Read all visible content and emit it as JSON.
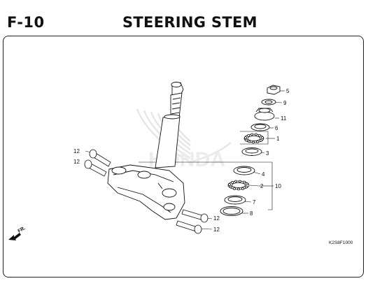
{
  "header": {
    "section_code": "F-10",
    "title": "STEERING STEM"
  },
  "watermark": {
    "brand": "HONDA"
  },
  "parts": {
    "bolt_upper_1": "12",
    "bolt_upper_2": "12",
    "bolt_lower_1": "12",
    "bolt_lower_2": "12",
    "lock_nut": "5",
    "lock_washer": "9",
    "adjust_nut": "11",
    "dust_seal_upper": "6",
    "ball_retainer_upper": "1",
    "top_cone_race": "3",
    "ball_race_upper": "4",
    "ball_retainer_lower": "2",
    "bearing_set": "10",
    "ball_race_lower": "7",
    "dust_seal_lower": "8"
  },
  "direction": {
    "front_label": "FR."
  },
  "drawing_code": "K2S8F1000",
  "colors": {
    "ink": "#111111",
    "frame": "#222222",
    "watermark": "#ececec"
  }
}
